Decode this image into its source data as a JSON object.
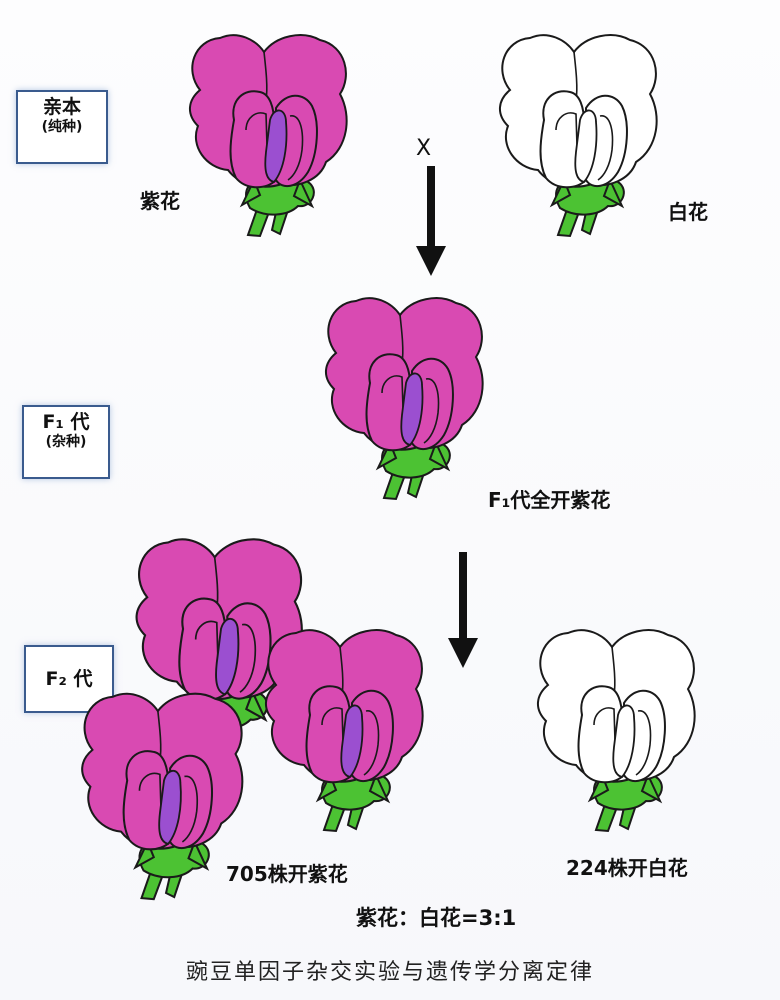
{
  "generations": {
    "parent": {
      "title": "亲本",
      "subtitle": "(纯种)"
    },
    "f1": {
      "title": "F₁ 代",
      "subtitle": "(杂种)"
    },
    "f2": {
      "title": "F₂ 代"
    }
  },
  "labels": {
    "purple_flower": "紫花",
    "white_flower": "白花",
    "cross_symbol": "X",
    "f1_result": "F₁代全开紫花",
    "f2_purple_count": "705株开紫花",
    "f2_white_count": "224株开白花",
    "ratio": "紫花：白花=3:1"
  },
  "caption": "豌豆单因子杂交实验与遗传学分离定律",
  "colors": {
    "purple_petal": "#d94ab2",
    "keel": "#9b4fd0",
    "leaf": "#4cc233",
    "outline": "#1a1a1a",
    "box_border": "#3a5b8e"
  }
}
